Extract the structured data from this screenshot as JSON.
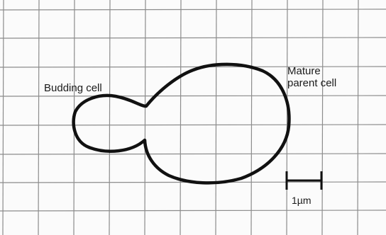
{
  "labels": {
    "budding_cell": "Budding cell",
    "mature_parent_line1": "Mature",
    "mature_parent_line2": "parent cell",
    "scale_bar": "1µm"
  },
  "colors": {
    "grid": "#8c8c8c",
    "outline": "#111111",
    "background": "#fbfbfb"
  }
}
